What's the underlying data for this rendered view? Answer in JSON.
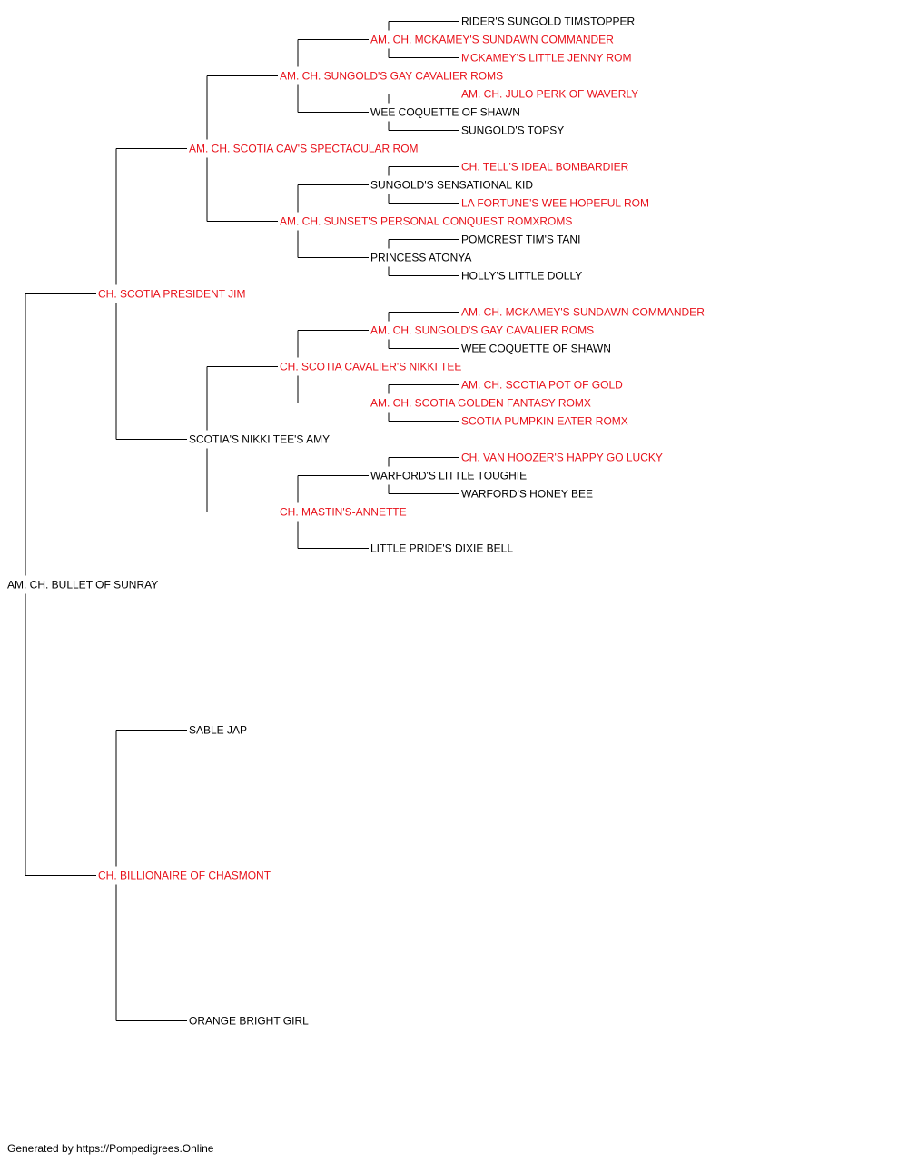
{
  "colors": {
    "titled": "#e8111a",
    "plain": "#000000",
    "line": "#000000"
  },
  "pedigree": {
    "name": "AM. CH. BULLET OF SUNRAY",
    "titled": false,
    "sire": {
      "name": "CH. SCOTIA PRESIDENT JIM",
      "titled": true,
      "sire": {
        "name": "AM. CH. SCOTIA CAV'S SPECTACULAR ROM",
        "titled": true,
        "sire": {
          "name": "AM. CH. SUNGOLD'S GAY CAVALIER ROMS",
          "titled": true,
          "sire": {
            "name": "AM. CH. MCKAMEY'S SUNDAWN COMMANDER",
            "titled": true,
            "sire": {
              "name": "RIDER'S SUNGOLD TIMSTOPPER",
              "titled": false
            },
            "dam": {
              "name": "MCKAMEY'S LITTLE JENNY ROM",
              "titled": true
            }
          },
          "dam": {
            "name": "WEE COQUETTE OF SHAWN",
            "titled": false,
            "sire": {
              "name": "AM. CH. JULO PERK OF WAVERLY",
              "titled": true
            },
            "dam": {
              "name": "SUNGOLD'S TOPSY",
              "titled": false
            }
          }
        },
        "dam": {
          "name": "AM. CH. SUNSET'S PERSONAL CONQUEST ROMXROMS",
          "titled": true,
          "sire": {
            "name": "SUNGOLD'S SENSATIONAL KID",
            "titled": false,
            "sire": {
              "name": "CH. TELL'S IDEAL BOMBARDIER",
              "titled": true
            },
            "dam": {
              "name": "LA FORTUNE'S WEE HOPEFUL ROM",
              "titled": true
            }
          },
          "dam": {
            "name": "PRINCESS ATONYA",
            "titled": false,
            "sire": {
              "name": "POMCREST TIM'S TANI",
              "titled": false
            },
            "dam": {
              "name": "HOLLY'S LITTLE DOLLY",
              "titled": false
            }
          }
        }
      },
      "dam": {
        "name": "SCOTIA'S NIKKI TEE'S AMY",
        "titled": false,
        "sire": {
          "name": "CH. SCOTIA CAVALIER'S NIKKI TEE",
          "titled": true,
          "sire": {
            "name": "AM. CH. SUNGOLD'S GAY CAVALIER ROMS",
            "titled": true,
            "sire": {
              "name": "AM. CH. MCKAMEY'S SUNDAWN COMMANDER",
              "titled": true
            },
            "dam": {
              "name": "WEE COQUETTE OF SHAWN",
              "titled": false
            }
          },
          "dam": {
            "name": "AM. CH. SCOTIA GOLDEN FANTASY ROMX",
            "titled": true,
            "sire": {
              "name": "AM. CH. SCOTIA POT OF GOLD",
              "titled": true
            },
            "dam": {
              "name": "SCOTIA PUMPKIN EATER ROMX",
              "titled": true
            }
          }
        },
        "dam": {
          "name": "CH. MASTIN'S-ANNETTE",
          "titled": true,
          "sire": {
            "name": "WARFORD'S LITTLE TOUGHIE",
            "titled": false,
            "sire": {
              "name": "CH. VAN HOOZER'S HAPPY GO LUCKY",
              "titled": true
            },
            "dam": {
              "name": "WARFORD'S HONEY BEE",
              "titled": false
            }
          },
          "dam": {
            "name": "LITTLE PRIDE'S DIXIE BELL",
            "titled": false
          }
        }
      }
    },
    "dam": {
      "name": "CH. BILLIONAIRE OF CHASMONT",
      "titled": true,
      "sire": {
        "name": "SABLE JAP",
        "titled": false
      },
      "dam": {
        "name": "ORANGE BRIGHT GIRL",
        "titled": false
      }
    }
  },
  "footer": "Generated by https://Pompedigrees.Online"
}
